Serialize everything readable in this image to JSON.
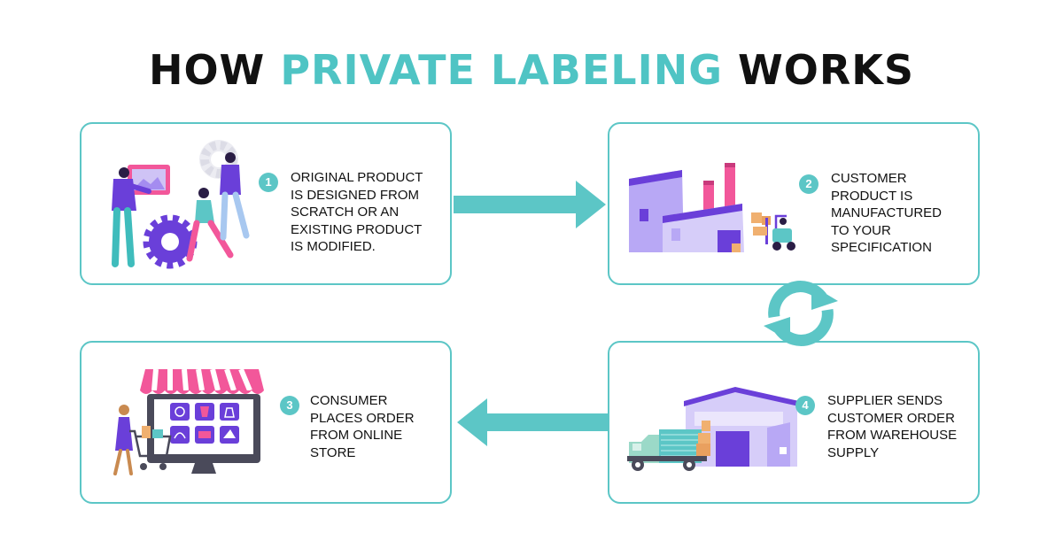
{
  "title": {
    "part1": "HOW ",
    "highlight": "PRIVATE LABELING",
    "part3": " WORKS"
  },
  "colors": {
    "accent": "#5cc6c6",
    "text": "#111111",
    "purple": "#6a3fd9",
    "pink": "#f2579a"
  },
  "steps": [
    {
      "number": "1",
      "text": "Original product\nis designed from\nscratch or an\nexisting product\nis modified.",
      "icon": "designers-with-gears-icon"
    },
    {
      "number": "2",
      "text": "Customer\nproduct is\nmanufactured\nto your\nspecification",
      "icon": "factory-icon"
    },
    {
      "number": "3",
      "text": "Consumer\nplaces order\nfrom online\nstore",
      "icon": "online-store-icon"
    },
    {
      "number": "4",
      "text": "Supplier sends\ncustomer order\nfrom warehouse\nsupply",
      "icon": "warehouse-truck-icon"
    }
  ],
  "connectors": [
    "arrow-right-icon",
    "cycle-arrows-icon",
    "arrow-left-icon"
  ]
}
